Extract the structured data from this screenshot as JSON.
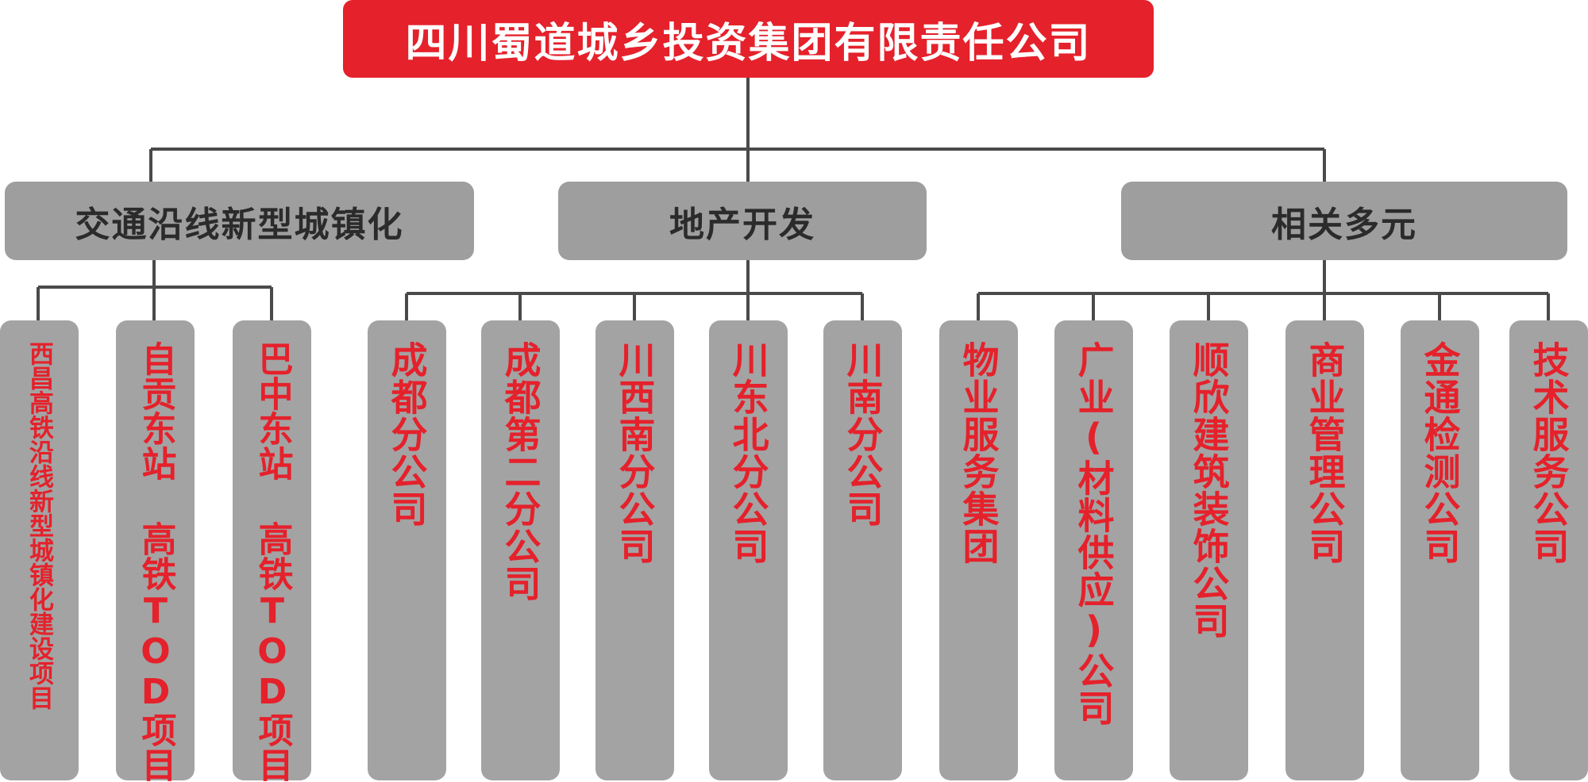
{
  "root": {
    "label": "四川蜀道城乡投资集团有限责任公司"
  },
  "categories": [
    {
      "label": "交通沿线新型城镇化"
    },
    {
      "label": "地产开发"
    },
    {
      "label": "相关多元"
    }
  ],
  "transport_units": [
    {
      "label": "西昌高铁沿线新型城镇化建设项目"
    },
    {
      "label": "自贡东站 高铁TOD项目"
    },
    {
      "label": "巴中东站 高铁TOD项目"
    }
  ],
  "property_units": [
    {
      "label": "成都分公司"
    },
    {
      "label": "成都第二分公司"
    },
    {
      "label": "川西南分公司"
    },
    {
      "label": "川东北分公司"
    },
    {
      "label": "川南分公司"
    }
  ],
  "diversified_units": [
    {
      "label": "物业服务集团"
    },
    {
      "label": "广业(材料供应)公司"
    },
    {
      "label": "顺欣建筑装饰公司"
    },
    {
      "label": "商业管理公司"
    },
    {
      "label": "金通检测公司"
    },
    {
      "label": "技术服务公司"
    }
  ],
  "colors": {
    "root_fill": "#e5212b",
    "box_fill": "#9e9e9e",
    "leaf_text": "#e5212b",
    "connector": "#4a4a4a"
  }
}
